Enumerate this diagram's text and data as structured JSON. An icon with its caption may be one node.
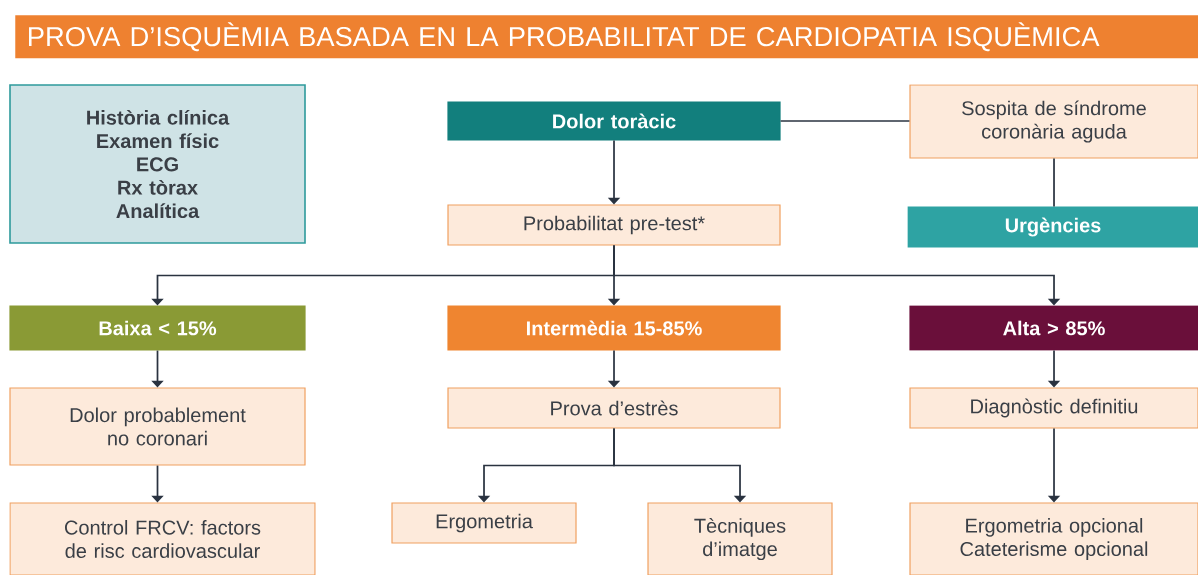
{
  "diagram": {
    "title": "PROVA D’ISQUÈMIA BASADA EN LA PROBABILITAT DE CARDIOPATIA ISQUÈMICA",
    "nodes": [
      {
        "text": [
          "Història clínica",
          "Examen físic",
          "ECG",
          "Rx tòrax",
          "Analítica"
        ]
      },
      {
        "text": [
          "Dolor toràcic"
        ]
      },
      {
        "text": [
          "Sospita de síndrome coronària aguda"
        ]
      },
      {
        "text": [
          "Probabilitat pre-test*"
        ]
      },
      {
        "text": [
          "Urgències"
        ]
      },
      {
        "text": [
          "Baixa < 15%"
        ]
      },
      {
        "text": [
          "Intermèdia 15-85%"
        ]
      },
      {
        "text": [
          "Alta > 85%"
        ]
      },
      {
        "text": [
          "Dolor probablement no coronari"
        ]
      },
      {
        "text": [
          "Prova d’estrès"
        ]
      },
      {
        "text": [
          "Diagnòstic definitiu"
        ]
      },
      {
        "text": [
          "Control FRCV: factors de risc cardiovascular"
        ]
      },
      {
        "text": [
          "Ergometria"
        ]
      },
      {
        "text": [
          "Tècniques d’imatge"
        ]
      },
      {
        "text": [
          "Ergometria opcional Cateterisme opcional"
        ]
      }
    ],
    "edges": [
      {
        "from": 1,
        "to": 2,
        "arrow": "none"
      },
      {
        "from": 1,
        "to": 3,
        "arrow": "to"
      },
      {
        "from": 2,
        "to": 4,
        "arrow": "none"
      },
      {
        "from": 3,
        "to": 5,
        "arrow": "to"
      },
      {
        "from": 3,
        "to": 6,
        "arrow": "to"
      },
      {
        "from": 3,
        "to": 7,
        "arrow": "to"
      },
      {
        "from": 5,
        "to": 8,
        "arrow": "to"
      },
      {
        "from": 8,
        "to": 11,
        "arrow": "to"
      },
      {
        "from": 6,
        "to": 9,
        "arrow": "to"
      },
      {
        "from": 9,
        "to": 12,
        "arrow": "to"
      },
      {
        "from": 9,
        "to": 13,
        "arrow": "to"
      },
      {
        "from": 7,
        "to": 10,
        "arrow": "to"
      },
      {
        "from": 10,
        "to": 14,
        "arrow": "to"
      }
    ]
  }
}
